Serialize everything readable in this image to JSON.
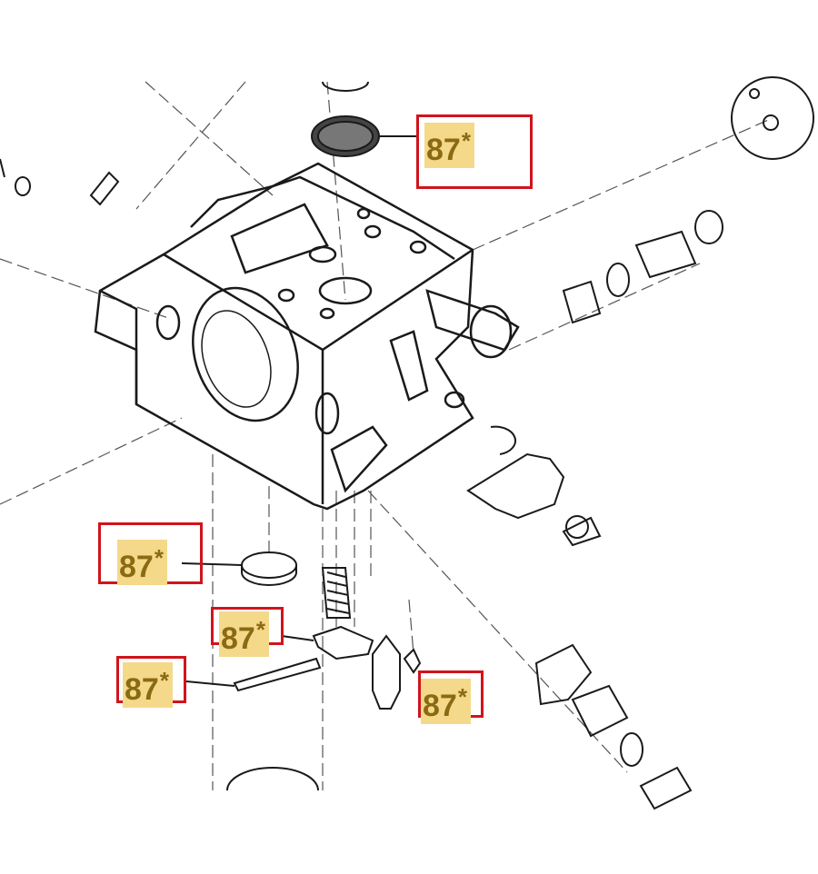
{
  "diagram": {
    "colors": {
      "line": "#1a1a1a",
      "dash": "#555555",
      "callout_border": "#d0141c",
      "callout_fill": "#f5d98a",
      "callout_text": "#8a6a12"
    },
    "callouts": [
      {
        "id": "filter-screen",
        "number": "87",
        "mark": "*"
      },
      {
        "id": "plug",
        "number": "87",
        "mark": "*"
      },
      {
        "id": "lever",
        "number": "87",
        "mark": "*"
      },
      {
        "id": "pin",
        "number": "87",
        "mark": "*"
      },
      {
        "id": "needle",
        "number": "87",
        "mark": "*"
      }
    ]
  }
}
